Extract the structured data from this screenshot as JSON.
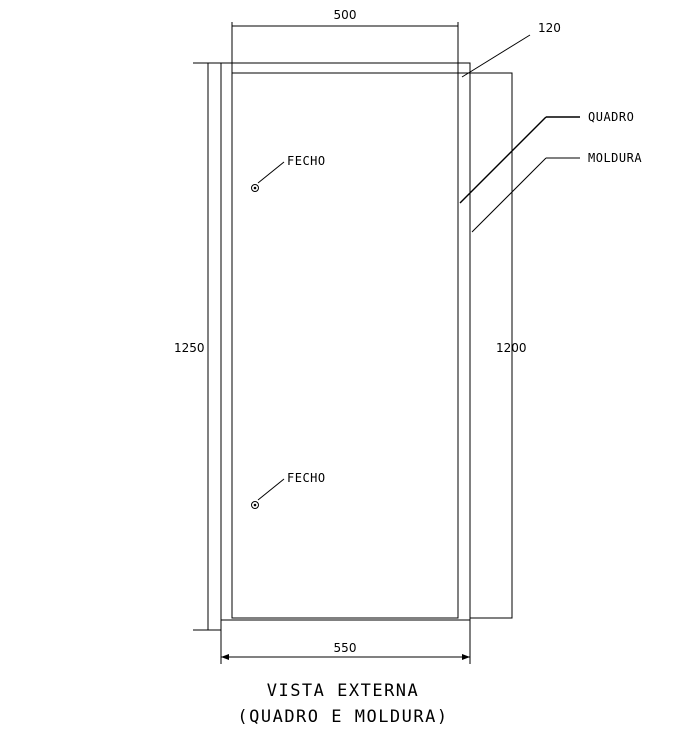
{
  "dimensions": {
    "top_width": "500",
    "top_right_offset": "120",
    "left_height": "1250",
    "right_height": "1200",
    "bottom_width": "550"
  },
  "labels": {
    "quadro": "QUADRO",
    "moldura": "MOLDURA",
    "fecho_top": "FECHO",
    "fecho_bottom": "FECHO"
  },
  "caption": {
    "line1": "VISTA EXTERNA",
    "line2": "(QUADRO E MOLDURA)"
  }
}
